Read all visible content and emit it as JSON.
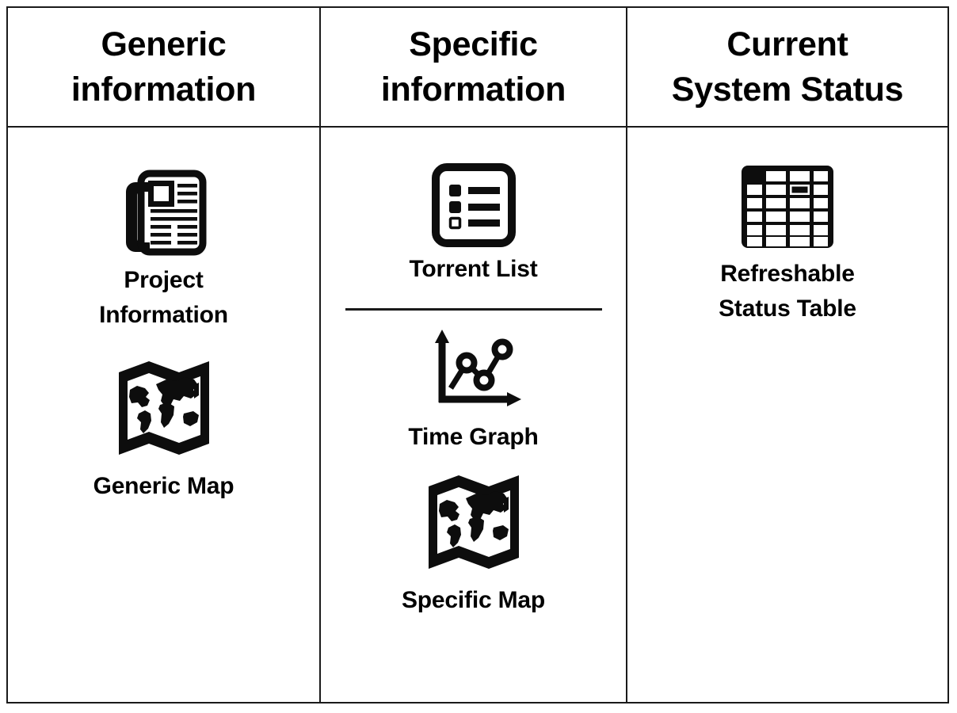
{
  "table": {
    "columns": [
      {
        "id": "generic-information",
        "header": "Generic\ninformation",
        "items": [
          {
            "id": "project-information",
            "icon": "newspaper-icon",
            "label": "Project\nInformation"
          },
          {
            "id": "generic-map",
            "icon": "folded-map-icon",
            "label": "Generic Map"
          }
        ]
      },
      {
        "id": "specific-information",
        "header": "Specific\ninformation",
        "items": [
          {
            "id": "torrent-list",
            "icon": "list-icon",
            "label": "Torrent List"
          },
          {
            "id": "time-graph",
            "icon": "line-chart-icon",
            "label": "Time Graph"
          },
          {
            "id": "specific-map",
            "icon": "folded-map-icon",
            "label": "Specific Map"
          }
        ]
      },
      {
        "id": "current-system-status",
        "header": "Current\nSystem Status",
        "items": [
          {
            "id": "refreshable-status-table",
            "icon": "grid-table-icon",
            "label": "Refreshable\nStatus Table"
          }
        ]
      }
    ]
  },
  "colors": {
    "ink": "#1a1a1a",
    "background": "#ffffff"
  }
}
